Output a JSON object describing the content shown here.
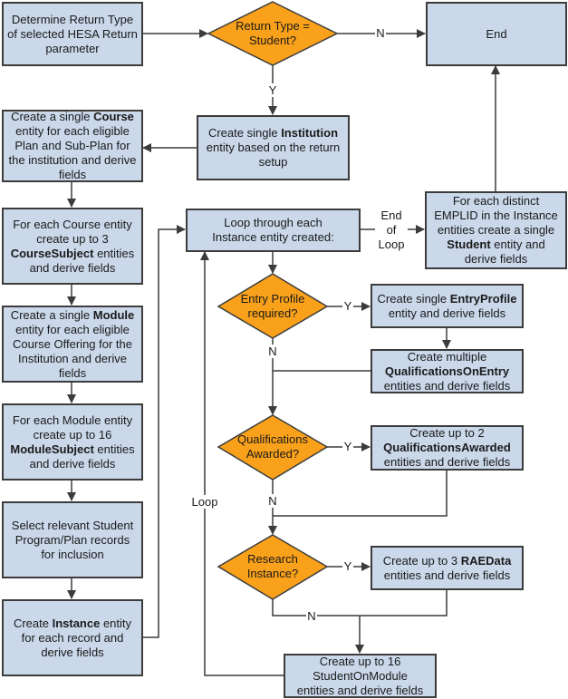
{
  "colors": {
    "process_fill": "#cad8ea",
    "decision_fill": "#f9a11b",
    "stroke": "#3c3c3c"
  },
  "nodes": {
    "determine_return_type": {
      "type": "process",
      "pre": "Determine Return Type of selected HESA Return parameter",
      "bold": "",
      "post": ""
    },
    "return_type_decision": {
      "type": "decision",
      "line1": "Return Type =",
      "line2": "Student?"
    },
    "end": {
      "type": "process",
      "pre": "End",
      "bold": "",
      "post": ""
    },
    "create_institution": {
      "type": "process",
      "pre": "Create single ",
      "bold": "Institution",
      "post": " entity based on the return setup"
    },
    "create_course": {
      "type": "process",
      "pre": "Create a single ",
      "bold": "Course",
      "post": " entity for each eligible Plan and Sub-Plan for the institution and derive fields"
    },
    "course_subject": {
      "type": "process",
      "pre": "For each Course entity create up to 3 ",
      "bold": "CourseSubject",
      "post": " entities and derive fields"
    },
    "create_module": {
      "type": "process",
      "pre": "Create a single ",
      "bold": "Module",
      "post": " entity for each eligible Course Offering for the Institution and derive fields"
    },
    "module_subject": {
      "type": "process",
      "pre": "For each Module entity create up to 16 ",
      "bold": "ModuleSubject",
      "post": " entities and derive fields"
    },
    "select_records": {
      "type": "process",
      "pre": "Select relevant Student Program/Plan records for inclusion",
      "bold": "",
      "post": ""
    },
    "create_instance": {
      "type": "process",
      "pre": "Create ",
      "bold": "Instance",
      "post": " entity for each record and derive fields"
    },
    "loop_instances": {
      "type": "process",
      "pre": "Loop through each Instance entity created:",
      "bold": "",
      "post": ""
    },
    "create_student": {
      "type": "process",
      "pre": "For each distinct EMPLID in the Instance entities create a single ",
      "bold": "Student",
      "post": " entity and derive fields"
    },
    "entry_profile_decision": {
      "type": "decision",
      "line1": "Entry Profile",
      "line2": "required?"
    },
    "create_entry_profile": {
      "type": "process",
      "pre": "Create single ",
      "bold": "EntryProfile",
      "post": " entity and derive fields"
    },
    "qualifications_on_entry": {
      "type": "process",
      "pre": "Create multiple ",
      "bold": "QualificationsOnEntry",
      "post": " entities and derive fields"
    },
    "qualifications_awarded_decision": {
      "type": "decision",
      "line1": "Qualifications",
      "line2": "Awarded?"
    },
    "create_qualifications_awarded": {
      "type": "process",
      "pre": "Create up to 2 ",
      "bold": "QualificationsAwarded",
      "post": " entities and derive fields"
    },
    "research_decision": {
      "type": "decision",
      "line1": "Research",
      "line2": "Instance?"
    },
    "create_raedata": {
      "type": "process",
      "pre": "Create up to 3 ",
      "bold": "RAEData",
      "post": " entities and derive fields"
    },
    "student_on_module": {
      "type": "process",
      "pre": "Create up to 16 StudentOnModule entities and derive fields",
      "bold": "",
      "post": ""
    }
  },
  "edge_labels": {
    "return_no": "N",
    "return_yes": "Y",
    "end_of_loop_1": "End",
    "end_of_loop_2": "of",
    "end_of_loop_3": "Loop",
    "entry_yes": "Y",
    "entry_no": "N",
    "qual_yes": "Y",
    "qual_no": "N",
    "research_yes": "Y",
    "research_no": "N",
    "loop": "Loop"
  }
}
